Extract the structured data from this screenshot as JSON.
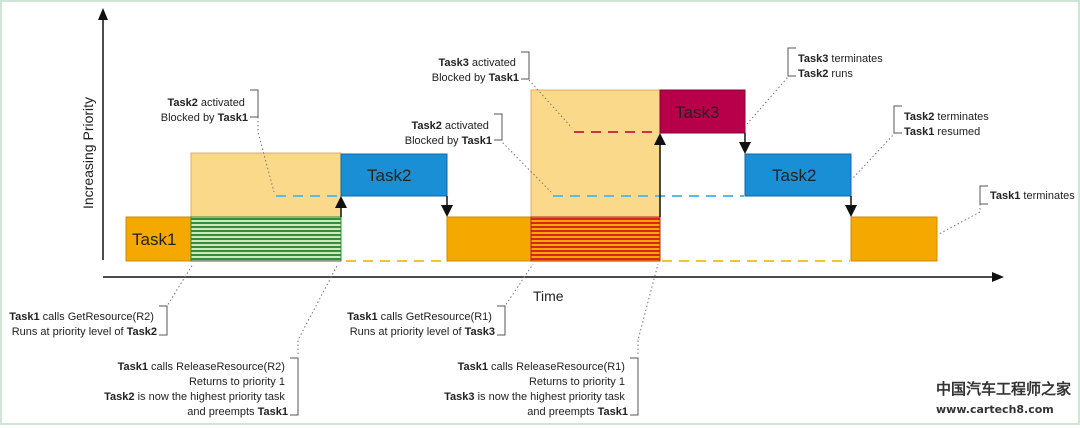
{
  "axis": {
    "y_label": "Increasing Priority",
    "x_label": "Time"
  },
  "tasks": {
    "task1": "Task1",
    "task2": "Task2",
    "task3": "Task3"
  },
  "annotations": {
    "a1": {
      "l1b": "Task2",
      "l1t": " activated",
      "l2t": "Blocked by ",
      "l2b": "Task1"
    },
    "a2": {
      "l1b": "Task2",
      "l1t": " activated",
      "l2t": "Blocked by ",
      "l2b": "Task1"
    },
    "a3": {
      "l1b": "Task3",
      "l1t": " activated",
      "l2t": "Blocked by ",
      "l2b": "Task1"
    },
    "a4": {
      "l1b": "Task3",
      "l1t": " terminates",
      "l2b": "Task2",
      "l2t": " runs"
    },
    "a5": {
      "l1b": "Task2",
      "l1t": " terminates",
      "l2b": "Task1",
      "l2t": " resumed"
    },
    "a6": {
      "l1b": "Task1",
      "l1t": " terminates"
    },
    "b1": {
      "l1b": "Task1",
      "l1t": " calls GetResource(R2)",
      "l2t": "Runs at priority level of ",
      "l2b": "Task2"
    },
    "b2": {
      "l1b": "Task1",
      "l1t": " calls GetResource(R1)",
      "l2t": "Runs at priority level of ",
      "l2b": "Task3"
    },
    "c1": {
      "l1b": "Task1",
      "l1t": " calls ReleaseResource(R2)",
      "l2t": "Returns to priority 1",
      "l3b": "Task2",
      "l3t": " is now the highest priority task",
      "l4t": "and preempts ",
      "l4b": "Task1"
    },
    "c2": {
      "l1b": "Task1",
      "l1t": " calls ReleaseResource(R1)",
      "l2t": "Returns to priority 1",
      "l3b": "Task3",
      "l3t": " is now the highest priority task",
      "l4t": "and preempts ",
      "l4b": "Task1"
    }
  },
  "watermark": {
    "cn": "中国汽车工程师之家",
    "url": "www.cartech8.com"
  },
  "colors": {
    "task1": "#f5a800",
    "task2": "#1a8fd6",
    "task3": "#b8004a",
    "blocked": "#fbd98a",
    "stripe_green": "#2f8f3a",
    "stripe_red": "#d8251e"
  }
}
